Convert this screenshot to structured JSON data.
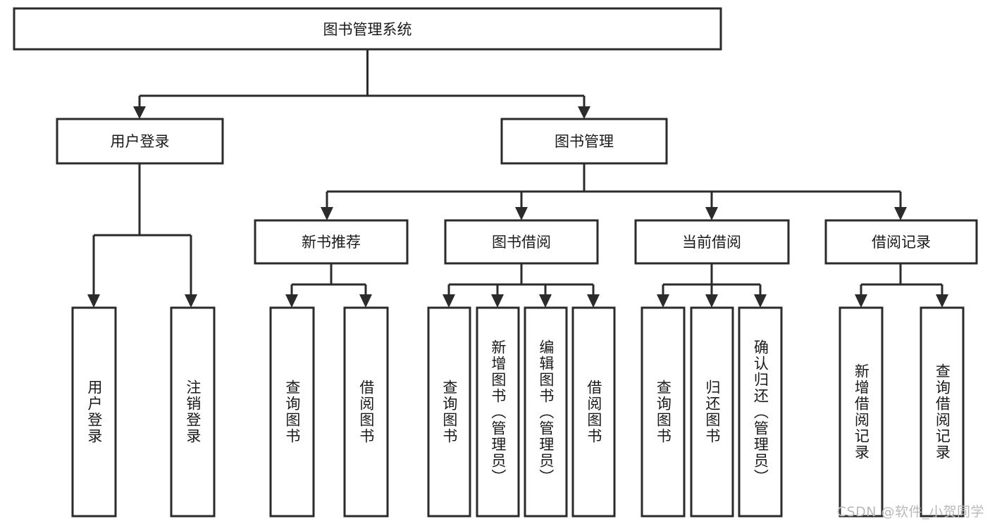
{
  "diagram": {
    "type": "hierarchy-tree",
    "title": "图书管理系统",
    "orientation": "top-down",
    "colors": {
      "box_stroke": "#2b2b2b",
      "box_fill": "#ffffff",
      "text": "#1a1a1a",
      "connector": "#2b2b2b",
      "watermark": "#b9b9b9",
      "background": "#ffffff"
    },
    "levels": {
      "root": {
        "label": "图书管理系统"
      },
      "level2": [
        {
          "label": "用户登录"
        },
        {
          "label": "图书管理"
        }
      ],
      "level3": [
        {
          "label": "新书推荐"
        },
        {
          "label": "图书借阅"
        },
        {
          "label": "当前借阅"
        },
        {
          "label": "借阅记录"
        }
      ],
      "leaves": [
        {
          "label": "用户登录",
          "parent": "用户登录"
        },
        {
          "label": "注销登录",
          "parent": "用户登录"
        },
        {
          "label": "查询图书",
          "parent": "新书推荐"
        },
        {
          "label": "借阅图书",
          "parent": "新书推荐"
        },
        {
          "label": "查询图书",
          "parent": "图书借阅"
        },
        {
          "label": "新增图书（管理员）",
          "parent": "图书借阅"
        },
        {
          "label": "编辑图书（管理员）",
          "parent": "图书借阅"
        },
        {
          "label": "借阅图书",
          "parent": "图书借阅"
        },
        {
          "label": "查询图书",
          "parent": "当前借阅"
        },
        {
          "label": "归还图书",
          "parent": "当前借阅"
        },
        {
          "label": "确认归还（管理员）",
          "parent": "当前借阅"
        },
        {
          "label": "新增借阅记录",
          "parent": "借阅记录"
        },
        {
          "label": "查询借阅记录",
          "parent": "借阅记录"
        }
      ]
    }
  },
  "watermark": {
    "text": "CSDN @软件_小贺同学"
  }
}
